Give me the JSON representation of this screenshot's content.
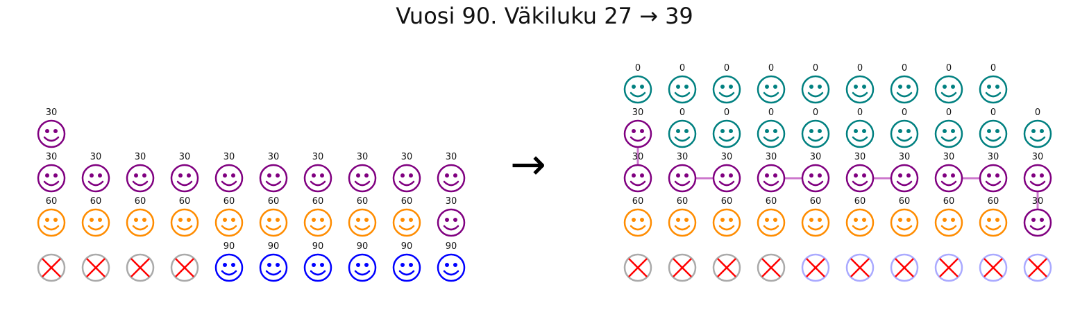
{
  "title": "Vuosi 90. Väkiluku 27 → 39",
  "arrow": "→",
  "colors": {
    "purple": "#800080",
    "orange": "#ff8c00",
    "blue": "#0000ff",
    "teal": "#008080",
    "dead_grey": "#aaaaaa",
    "dead_lightblue": "#aaaaff",
    "cross": "#ff0000",
    "link": "#cc77cc"
  },
  "before": {
    "rows": [
      [
        {
          "label": "30",
          "kind": "face",
          "color": "purple"
        }
      ],
      [
        {
          "label": "30",
          "kind": "face",
          "color": "purple"
        },
        {
          "label": "30",
          "kind": "face",
          "color": "purple"
        },
        {
          "label": "30",
          "kind": "face",
          "color": "purple"
        },
        {
          "label": "30",
          "kind": "face",
          "color": "purple"
        },
        {
          "label": "30",
          "kind": "face",
          "color": "purple"
        },
        {
          "label": "30",
          "kind": "face",
          "color": "purple"
        },
        {
          "label": "30",
          "kind": "face",
          "color": "purple"
        },
        {
          "label": "30",
          "kind": "face",
          "color": "purple"
        },
        {
          "label": "30",
          "kind": "face",
          "color": "purple"
        },
        {
          "label": "30",
          "kind": "face",
          "color": "purple"
        }
      ],
      [
        {
          "label": "60",
          "kind": "face",
          "color": "orange"
        },
        {
          "label": "60",
          "kind": "face",
          "color": "orange"
        },
        {
          "label": "60",
          "kind": "face",
          "color": "orange"
        },
        {
          "label": "60",
          "kind": "face",
          "color": "orange"
        },
        {
          "label": "60",
          "kind": "face",
          "color": "orange"
        },
        {
          "label": "60",
          "kind": "face",
          "color": "orange"
        },
        {
          "label": "60",
          "kind": "face",
          "color": "orange"
        },
        {
          "label": "60",
          "kind": "face",
          "color": "orange"
        },
        {
          "label": "60",
          "kind": "face",
          "color": "orange"
        },
        {
          "label": "30",
          "kind": "face",
          "color": "purple"
        }
      ],
      [
        {
          "label": "",
          "kind": "dead",
          "color": "dead_grey"
        },
        {
          "label": "",
          "kind": "dead",
          "color": "dead_grey"
        },
        {
          "label": "",
          "kind": "dead",
          "color": "dead_grey"
        },
        {
          "label": "",
          "kind": "dead",
          "color": "dead_grey"
        },
        {
          "label": "90",
          "kind": "face",
          "color": "blue"
        },
        {
          "label": "90",
          "kind": "face",
          "color": "blue"
        },
        {
          "label": "90",
          "kind": "face",
          "color": "blue"
        },
        {
          "label": "90",
          "kind": "face",
          "color": "blue"
        },
        {
          "label": "90",
          "kind": "face",
          "color": "blue"
        },
        {
          "label": "90",
          "kind": "face",
          "color": "blue"
        }
      ]
    ]
  },
  "after": {
    "rows": [
      [
        {
          "label": "0",
          "kind": "face",
          "color": "teal"
        },
        {
          "label": "0",
          "kind": "face",
          "color": "teal"
        },
        {
          "label": "0",
          "kind": "face",
          "color": "teal"
        },
        {
          "label": "0",
          "kind": "face",
          "color": "teal"
        },
        {
          "label": "0",
          "kind": "face",
          "color": "teal"
        },
        {
          "label": "0",
          "kind": "face",
          "color": "teal"
        },
        {
          "label": "0",
          "kind": "face",
          "color": "teal"
        },
        {
          "label": "0",
          "kind": "face",
          "color": "teal"
        },
        {
          "label": "0",
          "kind": "face",
          "color": "teal"
        }
      ],
      [
        {
          "label": "30",
          "kind": "face",
          "color": "purple"
        },
        {
          "label": "0",
          "kind": "face",
          "color": "teal"
        },
        {
          "label": "0",
          "kind": "face",
          "color": "teal"
        },
        {
          "label": "0",
          "kind": "face",
          "color": "teal"
        },
        {
          "label": "0",
          "kind": "face",
          "color": "teal"
        },
        {
          "label": "0",
          "kind": "face",
          "color": "teal"
        },
        {
          "label": "0",
          "kind": "face",
          "color": "teal"
        },
        {
          "label": "0",
          "kind": "face",
          "color": "teal"
        },
        {
          "label": "0",
          "kind": "face",
          "color": "teal"
        },
        {
          "label": "0",
          "kind": "face",
          "color": "teal"
        }
      ],
      [
        {
          "label": "30",
          "kind": "face",
          "color": "purple"
        },
        {
          "label": "30",
          "kind": "face",
          "color": "purple"
        },
        {
          "label": "30",
          "kind": "face",
          "color": "purple"
        },
        {
          "label": "30",
          "kind": "face",
          "color": "purple"
        },
        {
          "label": "30",
          "kind": "face",
          "color": "purple"
        },
        {
          "label": "30",
          "kind": "face",
          "color": "purple"
        },
        {
          "label": "30",
          "kind": "face",
          "color": "purple"
        },
        {
          "label": "30",
          "kind": "face",
          "color": "purple"
        },
        {
          "label": "30",
          "kind": "face",
          "color": "purple"
        },
        {
          "label": "30",
          "kind": "face",
          "color": "purple"
        }
      ],
      [
        {
          "label": "60",
          "kind": "face",
          "color": "orange"
        },
        {
          "label": "60",
          "kind": "face",
          "color": "orange"
        },
        {
          "label": "60",
          "kind": "face",
          "color": "orange"
        },
        {
          "label": "60",
          "kind": "face",
          "color": "orange"
        },
        {
          "label": "60",
          "kind": "face",
          "color": "orange"
        },
        {
          "label": "60",
          "kind": "face",
          "color": "orange"
        },
        {
          "label": "60",
          "kind": "face",
          "color": "orange"
        },
        {
          "label": "60",
          "kind": "face",
          "color": "orange"
        },
        {
          "label": "60",
          "kind": "face",
          "color": "orange"
        },
        {
          "label": "30",
          "kind": "face",
          "color": "purple"
        }
      ],
      [
        {
          "label": "",
          "kind": "dead",
          "color": "dead_grey"
        },
        {
          "label": "",
          "kind": "dead",
          "color": "dead_grey"
        },
        {
          "label": "",
          "kind": "dead",
          "color": "dead_grey"
        },
        {
          "label": "",
          "kind": "dead",
          "color": "dead_grey"
        },
        {
          "label": "",
          "kind": "dead",
          "color": "dead_lightblue"
        },
        {
          "label": "",
          "kind": "dead",
          "color": "dead_lightblue"
        },
        {
          "label": "",
          "kind": "dead",
          "color": "dead_lightblue"
        },
        {
          "label": "",
          "kind": "dead",
          "color": "dead_lightblue"
        },
        {
          "label": "",
          "kind": "dead",
          "color": "dead_lightblue"
        },
        {
          "label": "",
          "kind": "dead",
          "color": "dead_lightblue"
        }
      ]
    ],
    "links": [
      {
        "from": [
          1,
          0
        ],
        "to": [
          2,
          0
        ]
      },
      {
        "from": [
          2,
          1
        ],
        "to": [
          2,
          2
        ]
      },
      {
        "from": [
          2,
          3
        ],
        "to": [
          2,
          4
        ]
      },
      {
        "from": [
          2,
          5
        ],
        "to": [
          2,
          6
        ]
      },
      {
        "from": [
          2,
          7
        ],
        "to": [
          2,
          8
        ]
      },
      {
        "from": [
          2,
          9
        ],
        "to": [
          3,
          9
        ]
      }
    ]
  }
}
